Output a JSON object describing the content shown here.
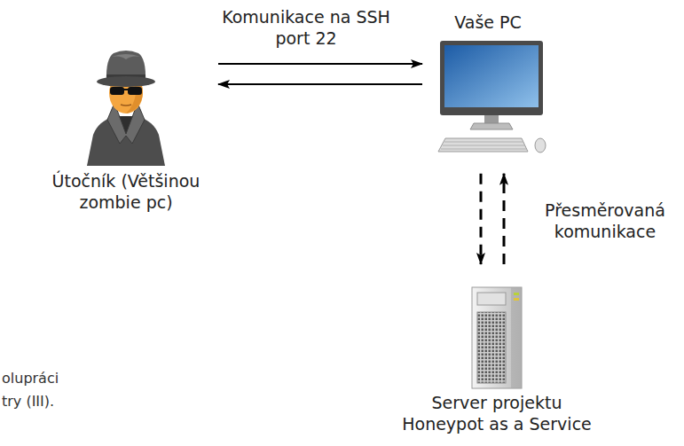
{
  "diagram": {
    "nodes": [
      {
        "text": [
          "Útočník (Většinou zombie pc)"
        ]
      },
      {
        "text": [
          "Vaše PC"
        ]
      },
      {
        "text": [
          "Server projektu Honeypot as a Service"
        ]
      }
    ],
    "edges": [
      {
        "from": 0,
        "to": 1,
        "arrow": "to",
        "label": "Komunikace na SSH port 22"
      },
      {
        "from": 1,
        "to": 0,
        "arrow": "to"
      },
      {
        "from": 1,
        "to": 2,
        "arrow": "to"
      },
      {
        "from": 2,
        "to": 1,
        "arrow": "to",
        "label": "Přesměrovaná komunikace"
      }
    ],
    "labels": [
      "olupráci",
      "try (III)."
    ]
  }
}
